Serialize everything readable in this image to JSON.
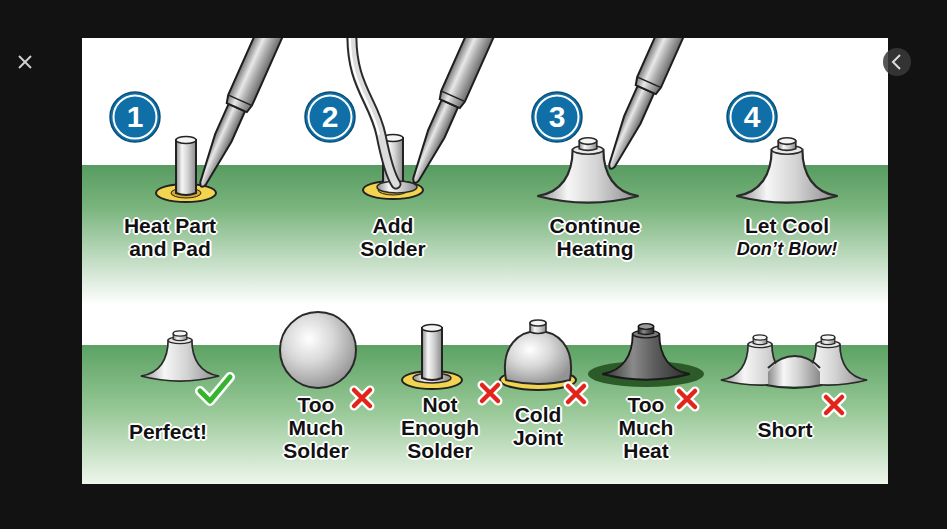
{
  "diagram": {
    "nodes": [
      {
        "text": [
          "1"
        ]
      },
      {
        "text": [
          "2"
        ]
      },
      {
        "text": [
          "3"
        ]
      },
      {
        "text": [
          "4"
        ]
      }
    ],
    "labels": [
      "Heat Part and Pad",
      "Add Solder",
      "Continue Heating",
      "Let Cool",
      "Don’t Blow!",
      "Perfect!",
      "Too Much Solder",
      "Not Enough Solder",
      "Cold Joint",
      "Too Much Heat",
      "Short"
    ]
  }
}
